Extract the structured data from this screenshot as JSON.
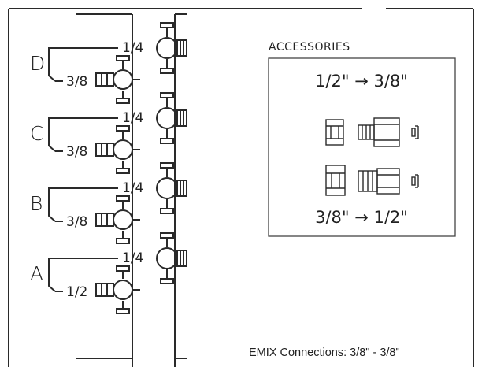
{
  "manifold": {
    "circuits": [
      {
        "letter": "D",
        "top_size": "1/4",
        "bottom_size": "3/8"
      },
      {
        "letter": "C",
        "top_size": "1/4",
        "bottom_size": "3/8"
      },
      {
        "letter": "B",
        "top_size": "1/4",
        "bottom_size": "3/8"
      },
      {
        "letter": "A",
        "top_size": "1/4",
        "bottom_size": "1/2"
      }
    ]
  },
  "accessories": {
    "title": "ACCESSORIES",
    "adapter_1": "1/2\" → 3/8\"",
    "adapter_2": "3/8\" → 1/2\""
  },
  "footer": {
    "connections": "EMIX Connections: 3/8\" - 3/8\""
  }
}
